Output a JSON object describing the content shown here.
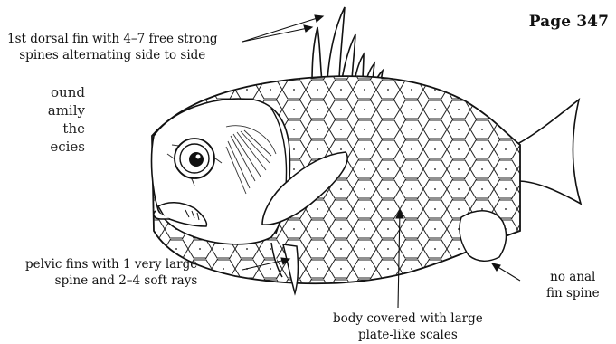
{
  "page": {
    "number_label": "Page 347"
  },
  "body_text_fragment": {
    "lines": [
      "ound",
      "amily",
      "the",
      "ecies"
    ]
  },
  "annotations": {
    "dorsal_fin": {
      "lines": [
        "1st dorsal fin with 4–7 free strong",
        "spines alternating side to side"
      ]
    },
    "pelvic_fins": {
      "lines": [
        "pelvic fins with 1 very large",
        "spine and 2–4 soft rays"
      ]
    },
    "body_scales": {
      "lines": [
        "body covered with large",
        "plate-like scales"
      ]
    },
    "anal_fin": {
      "lines": [
        "no anal",
        "fin spine"
      ]
    }
  },
  "illustration": {
    "subject": "pineconefish line drawing",
    "ink_color": "#111111",
    "fill_color": "#ffffff"
  }
}
